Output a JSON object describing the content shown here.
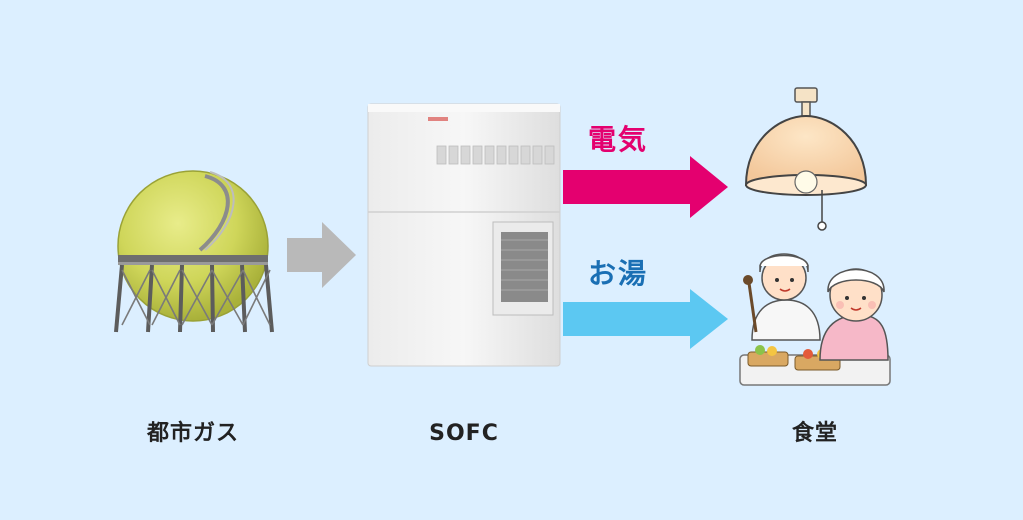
{
  "labels": {
    "gas": "都市ガス",
    "sofc": "SOFC",
    "cafeteria": "食堂"
  },
  "flows": {
    "electricity": "電気",
    "hot_water": "お湯"
  },
  "colors": {
    "background": "#dcefff",
    "electricity_arrow": "#e4006f",
    "hot_water_arrow": "#5cc8f2",
    "gas_arrow": "#b9b9b9",
    "electricity_text": "#e4006f",
    "hot_water_text": "#1a6fb4"
  },
  "icons": [
    "gas-tank-icon",
    "fuel-cell-unit-icon",
    "ceiling-lamp-icon",
    "cafeteria-workers-icon"
  ]
}
